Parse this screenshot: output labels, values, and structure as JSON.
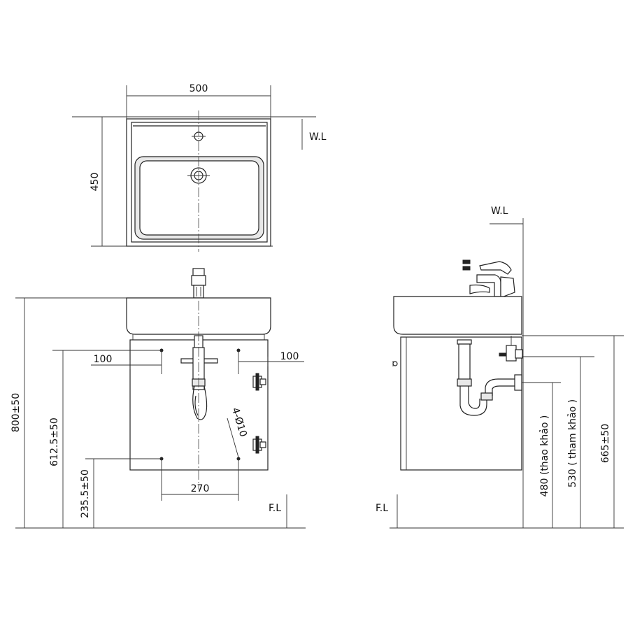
{
  "top_view": {
    "width_label": "500",
    "depth_label": "450",
    "water_level_label": "W.L"
  },
  "front_view": {
    "total_height_label": "800±50",
    "outlet_height_label": "612.5±50",
    "lower_hole_height_label": "235.5±50",
    "left_offset_label": "100",
    "right_offset_label": "100",
    "hole_spacing_label": "270",
    "hole_spec_label": "4-Ø10",
    "floor_level_label": "F.L"
  },
  "side_view": {
    "water_level_label": "W.L",
    "floor_level_label": "F.L",
    "outlet_height_label": "480 (thao khảo )",
    "supply_height_label": "530 ( tham khảo )",
    "cabinet_top_label": "665±50"
  }
}
